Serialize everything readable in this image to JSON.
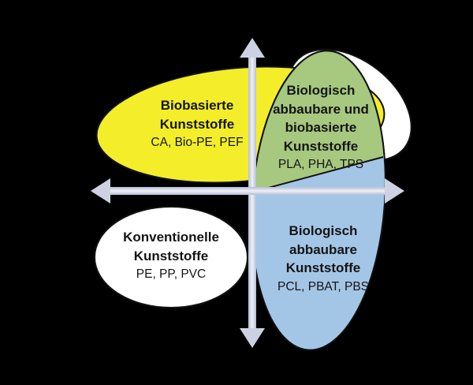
{
  "colors": {
    "background": "#000000",
    "yellow_region": "#f3ee29",
    "green_region": "#a6c87f",
    "blue_region": "#a4c6e6",
    "white_region": "#ffffff",
    "outline": "#111111",
    "axis": "#ccd2e2",
    "text": "#141414"
  },
  "regions": {
    "biobased": {
      "title_lines": [
        "Biobasierte",
        "Kunststoffe"
      ],
      "examples": "CA, Bio-PE, PEF"
    },
    "biobased_biodegradable": {
      "title_lines": [
        "Biologisch",
        "abbaubare und",
        "biobasierte",
        "Kunststoffe"
      ],
      "examples": "PLA, PHA, TPS"
    },
    "conventional": {
      "title_lines": [
        "Konventionelle",
        "Kunststoffe"
      ],
      "examples": "PE, PP, PVC"
    },
    "biodegradable": {
      "title_lines": [
        "Biologisch",
        "abbaubare",
        "Kunststoffe"
      ],
      "examples": "PCL, PBAT, PBS"
    }
  }
}
